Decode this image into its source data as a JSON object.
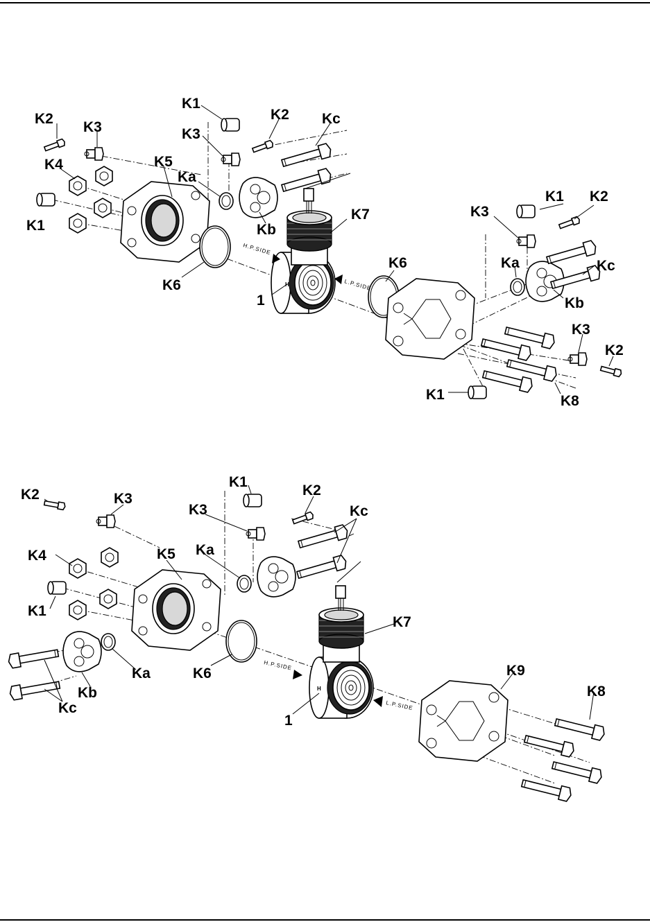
{
  "top_diagram": {
    "labels": {
      "k1_a": "K1",
      "k1_b": "K1",
      "k1_c": "K1",
      "k1_d": "K1",
      "k2_a": "K2",
      "k2_b": "K2",
      "k2_c": "K2",
      "k2_d": "K2",
      "k3_a": "K3",
      "k3_b": "K3",
      "k3_c": "K3",
      "k3_d": "K3",
      "k4": "K4",
      "k5": "K5",
      "k6_a": "K6",
      "k6_b": "K6",
      "k7": "K7",
      "k8": "K8",
      "ka_a": "Ka",
      "ka_b": "Ka",
      "kb_a": "Kb",
      "kb_b": "Kb",
      "kc_a": "Kc",
      "kc_b": "Kc",
      "one": "1"
    },
    "hp_side": "H.P.SIDE",
    "lp_side": "L.P.SIDE"
  },
  "bottom_diagram": {
    "labels": {
      "k2_a": "K2",
      "k2_b": "K2",
      "k3_a": "K3",
      "k3_b": "K3",
      "k1_a": "K1",
      "k1_b": "K1",
      "k4": "K4",
      "k5": "K5",
      "ka_a": "Ka",
      "ka_b": "Ka",
      "kc_a": "Kc",
      "kc_b": "Kc",
      "kb": "Kb",
      "k6": "K6",
      "k7": "K7",
      "k9": "K9",
      "k8": "K8",
      "one": "1"
    },
    "hp_side": "H.P.SIDE",
    "lp_side": "L.P.SIDE"
  }
}
